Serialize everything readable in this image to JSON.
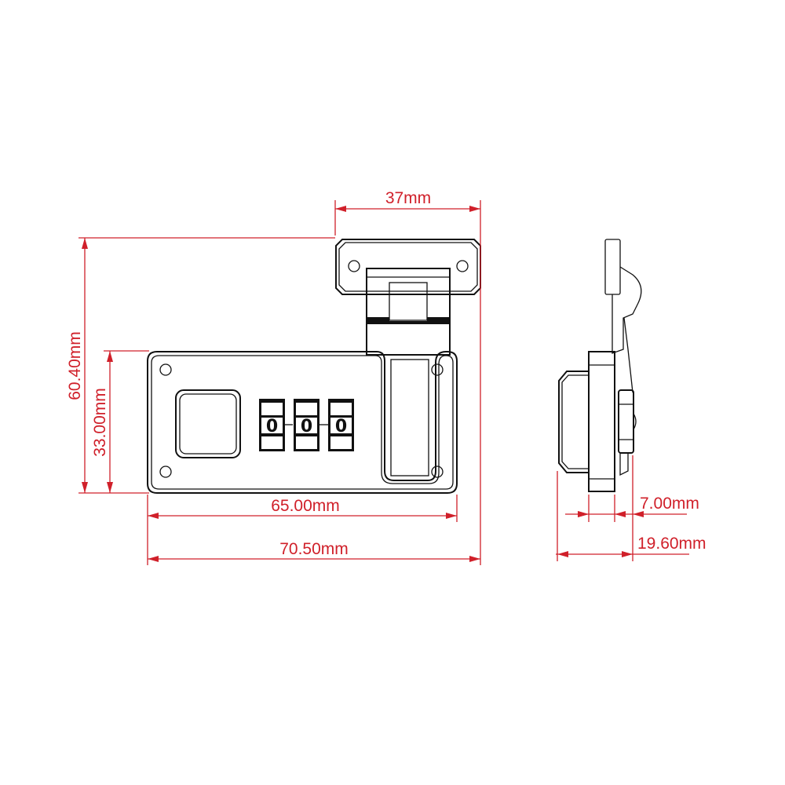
{
  "dimensions": {
    "top_width": "37mm",
    "total_height": "60.40mm",
    "plate_height": "33.00mm",
    "plate_width": "65.00mm",
    "total_width": "70.50mm",
    "plate_thickness": "7.00mm",
    "total_depth": "19.60mm"
  },
  "dials": [
    "0",
    "0",
    "0"
  ],
  "colors": {
    "dimension": "#d0202a",
    "outline": "#111111"
  }
}
